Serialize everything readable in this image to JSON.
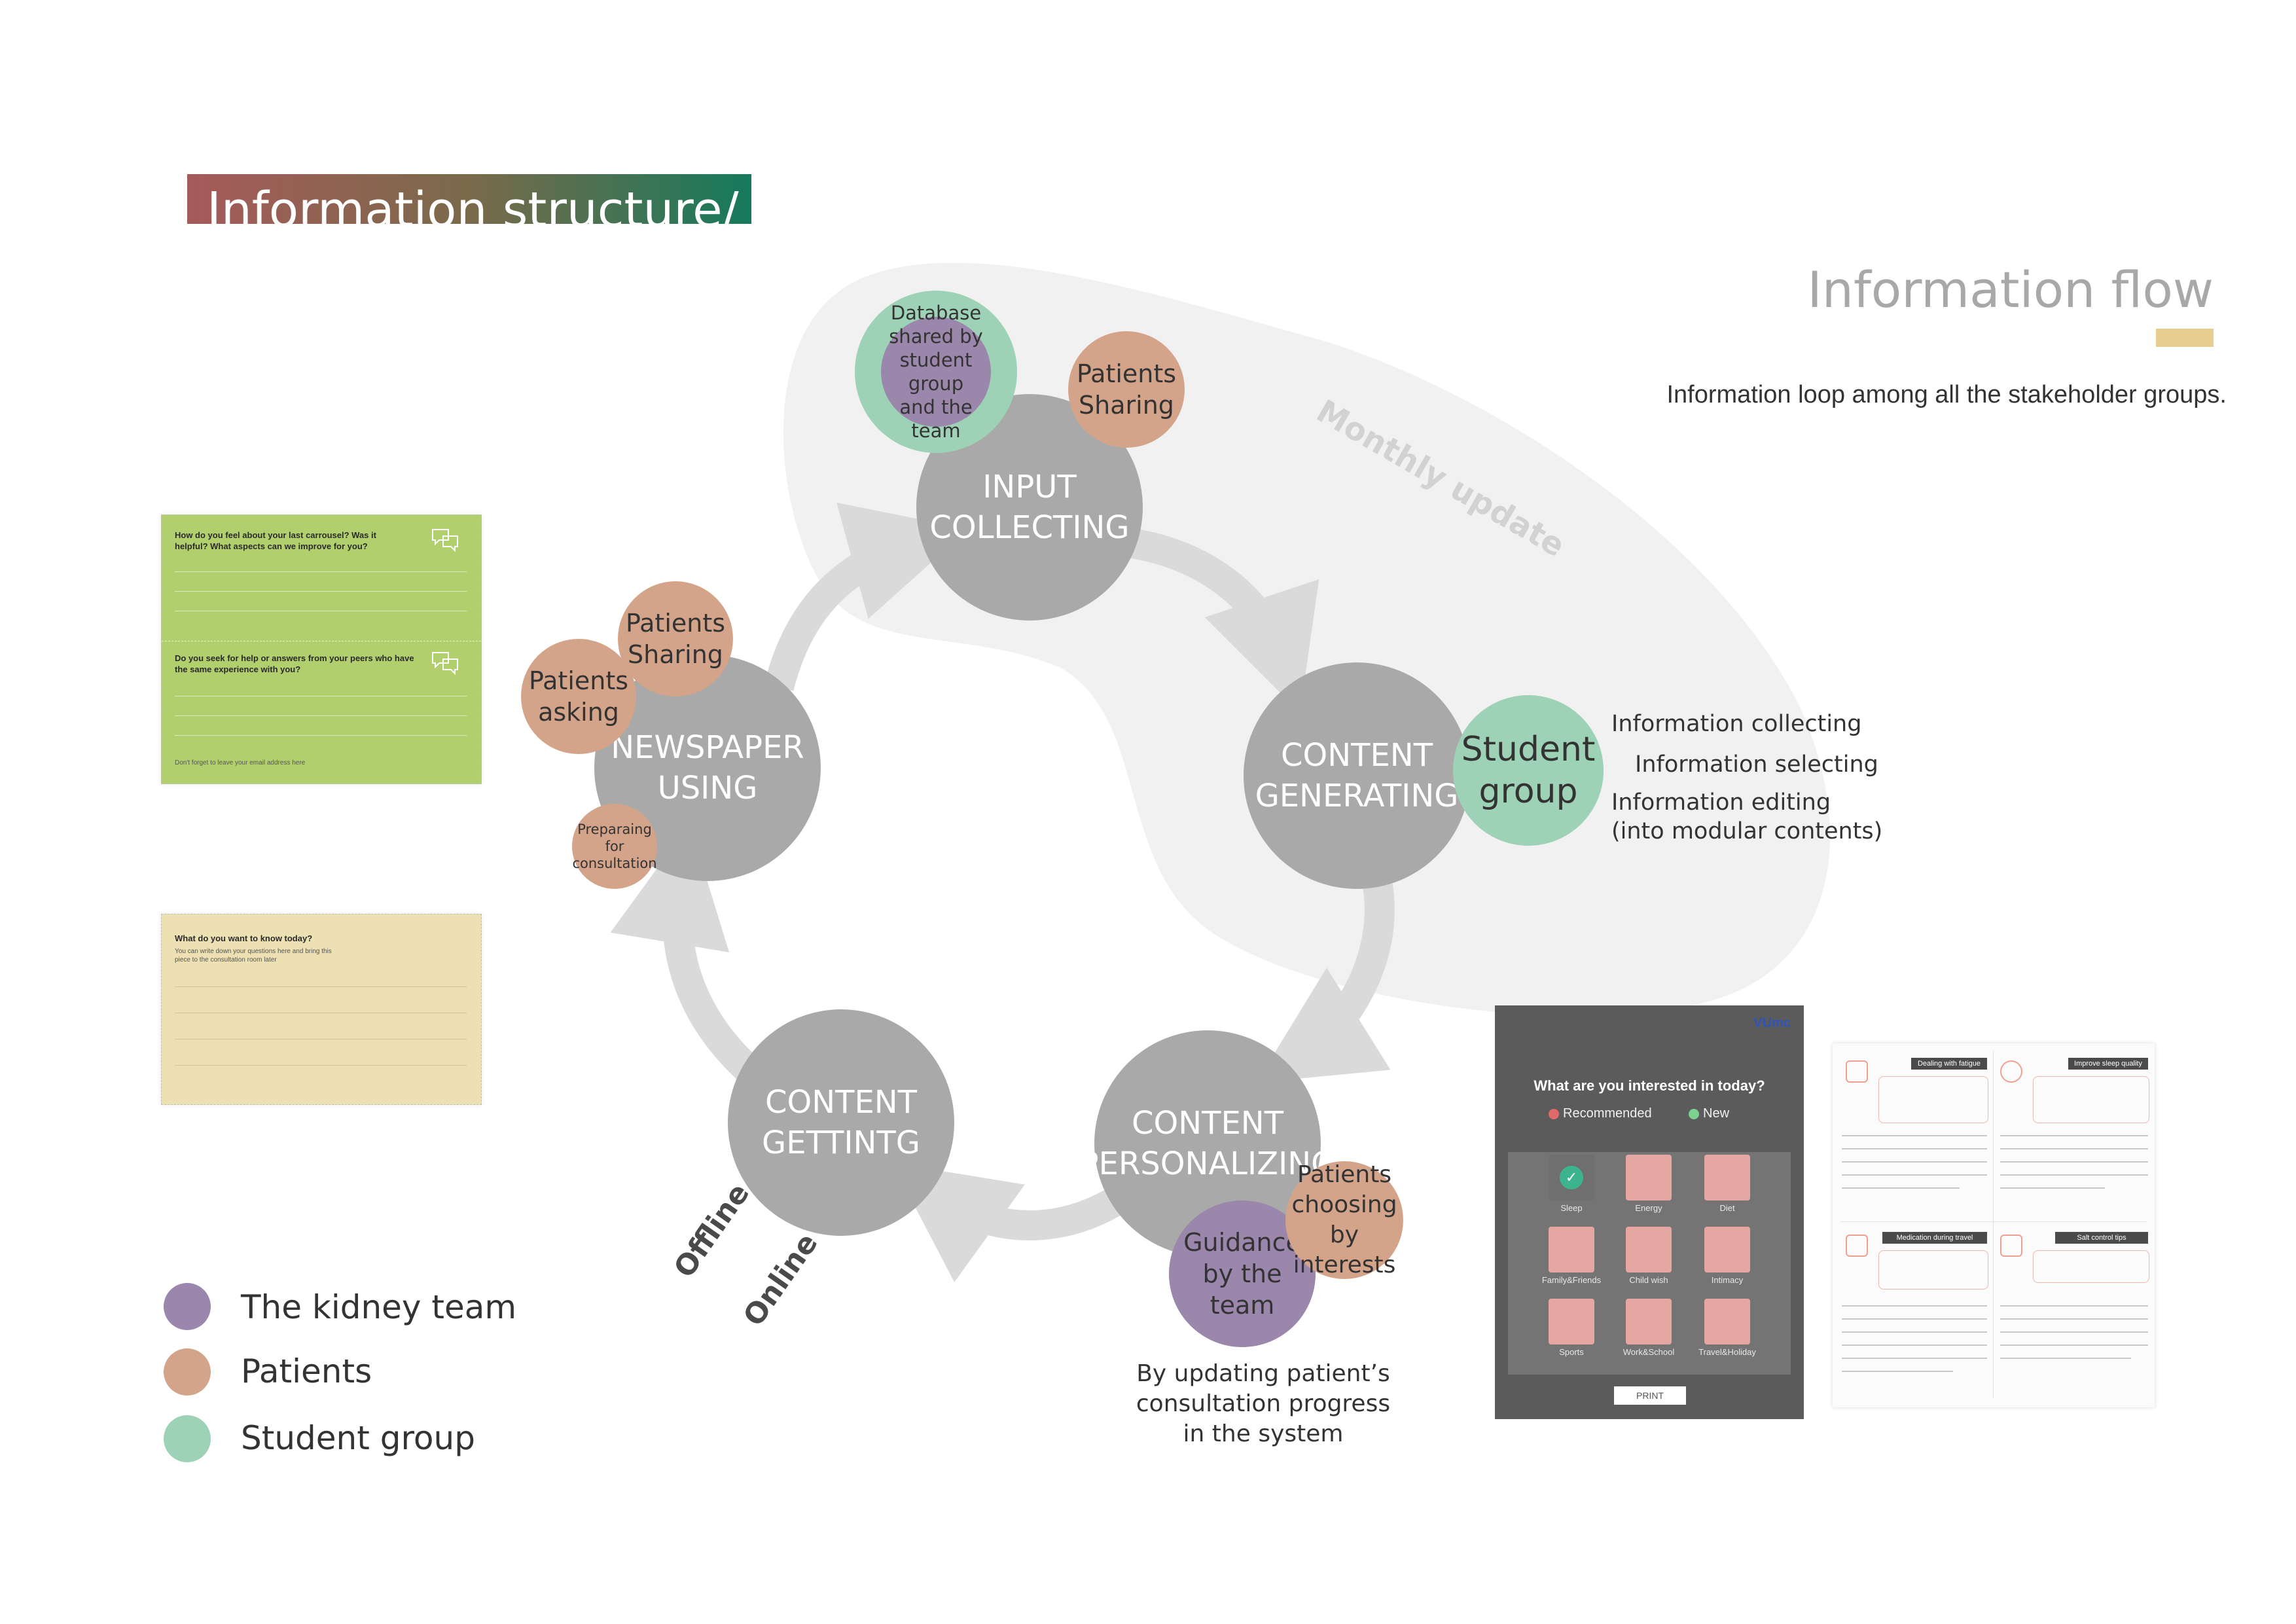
{
  "page": {
    "title": "Information structure/",
    "heading": "Information flow",
    "subtitle": "Information loop among all the stakeholder groups."
  },
  "overlay_label": "Monthly update",
  "nodes": {
    "input": "INPUT\nCOLLECTING",
    "generating": "CONTENT\nGENERATING",
    "personalizing": "CONTENT\nPERSONALIZING",
    "getting": "CONTENT\nGETTINTG",
    "newspaper": "NEWSPAPER\nUSING"
  },
  "satellites": {
    "database": "Database\nshared by\nstudent group\nand the team",
    "patients_sharing_top": "Patients\nSharing",
    "student_group": "Student\ngroup",
    "patients_choosing": "Patients\nchoosing by\ninterests",
    "guidance": "Guidance\nby the team",
    "patients_sharing_left": "Patients\nSharing",
    "patients_asking": "Patients\nasking",
    "preparing": "Preparaing for\nconsultation"
  },
  "student_tasks": [
    "Information collecting",
    "Information selecting",
    "Information editing",
    "(into modular contents)"
  ],
  "modes": {
    "offline": "Offline",
    "online": "Online"
  },
  "personalizing_note": "By updating patient’s consultation progress in the system",
  "legend": [
    {
      "label": "The kidney team",
      "color": "#9b86ac"
    },
    {
      "label": "Patients",
      "color": "#d4a48a"
    },
    {
      "label": "Student group",
      "color": "#9ed2b6"
    }
  ],
  "colors": {
    "node": "#a9a9a9",
    "arrow": "#dadada",
    "team": "#9b86ac",
    "patient": "#d4a48a",
    "student": "#9ed2b6"
  },
  "cards": {
    "green": {
      "q1": "How do you feel about your last carrousel? Was it helpful? What aspects can we improve for you?",
      "q2": "Do you seek for help or answers from your peers who have the same experience with you?",
      "footer": "Don't forget to leave your email address here"
    },
    "yellow": {
      "q1": "What do you want to know today?",
      "sub": "You can write down your questions here and bring this piece to the consultation room later"
    }
  },
  "tablet": {
    "brand": "VUmc",
    "question": "What are you interested in today?",
    "recommended": "Recommended",
    "new": "New",
    "tiles": [
      "Sleep",
      "Energy",
      "Diet",
      "Family&Friends",
      "Child wish",
      "Intimacy",
      "Sports",
      "Work&School",
      "Travel&Holiday"
    ],
    "print": "PRINT"
  },
  "leaflet": {
    "headers": [
      "Dealing with fatigue",
      "Improve sleep quality",
      "Medication during travel",
      "Salt control tips"
    ]
  }
}
